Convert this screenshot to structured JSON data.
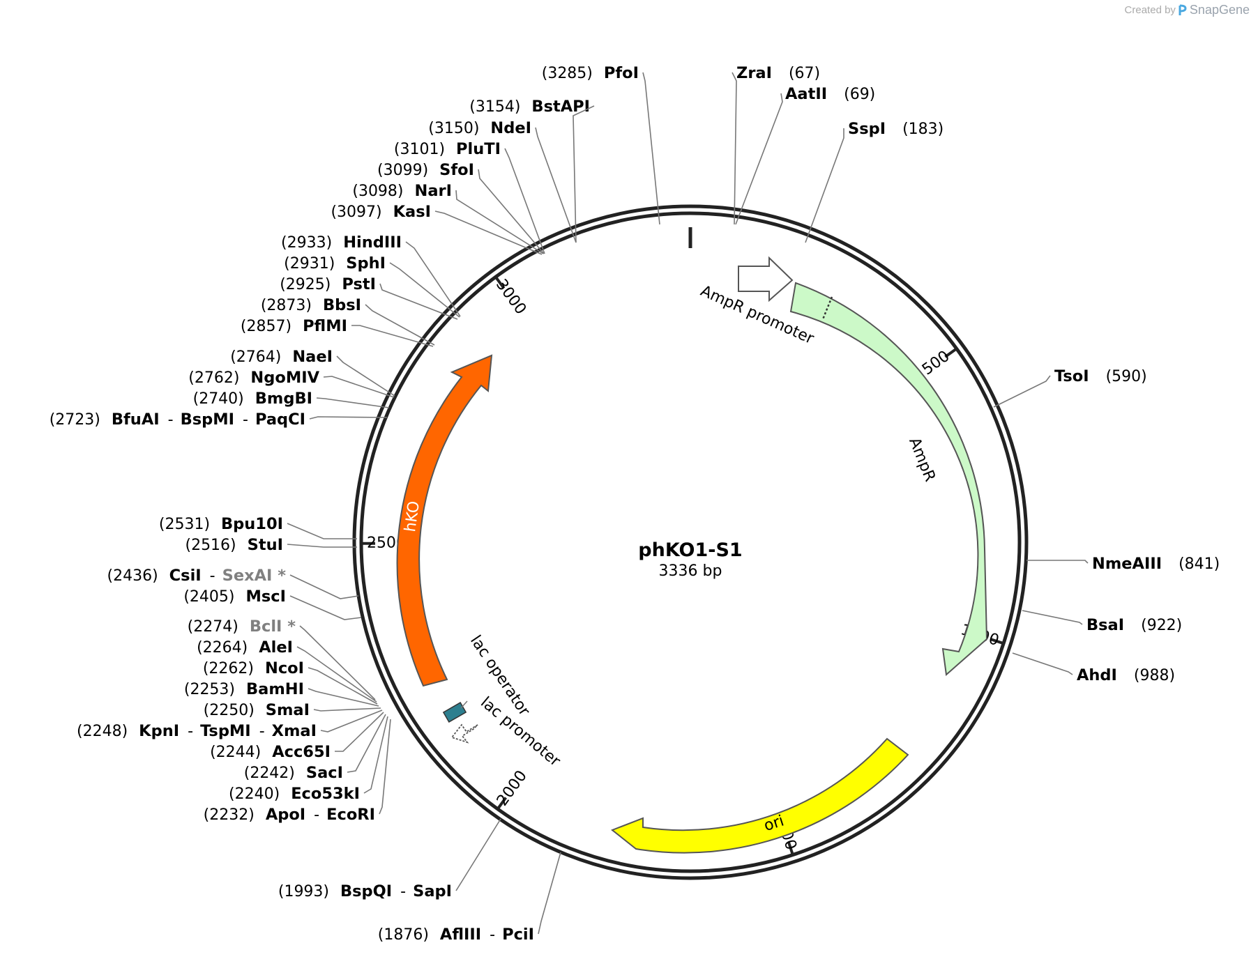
{
  "credit": {
    "prefix": "Created by",
    "brand": "SnapGene",
    "logo_icon": "snapgene-logo-icon"
  },
  "plasmid": {
    "name": "phKO1-S1",
    "length_label": "3336 bp",
    "length_bp": 3336
  },
  "ticks": [
    {
      "bp": 500,
      "label": "500"
    },
    {
      "bp": 1000,
      "label": "1000"
    },
    {
      "bp": 1500,
      "label": "1500"
    },
    {
      "bp": 2000,
      "label": "2000"
    },
    {
      "bp": 2500,
      "label": "2500"
    },
    {
      "bp": 3000,
      "label": "3000"
    }
  ],
  "features": [
    {
      "name": "AmpR promoter",
      "type": "promoter",
      "label": "AmpR promoter",
      "color": "#ffffff"
    },
    {
      "name": "AmpR",
      "type": "cds",
      "label": "AmpR",
      "color": "#ccf9c8"
    },
    {
      "name": "ori",
      "type": "rep_origin",
      "label": "ori",
      "color": "#ffff00"
    },
    {
      "name": "hKO",
      "type": "cds",
      "label": "hKO",
      "color": "#ff6600",
      "label_color": "#ffffff"
    },
    {
      "name": "lac operator",
      "type": "protein_bind",
      "label": "lac operator",
      "color": "#2d7f8f"
    },
    {
      "name": "lac promoter",
      "type": "promoter",
      "label": "lac promoter",
      "color": "#ffffff"
    }
  ],
  "sites": [
    {
      "id": "pfoi",
      "pos": "(3285)",
      "names": [
        "PfoI"
      ]
    },
    {
      "id": "zrai",
      "pos": "(67)",
      "names": [
        "ZraI"
      ]
    },
    {
      "id": "aatii",
      "pos": "(69)",
      "names": [
        "AatII"
      ]
    },
    {
      "id": "sspi",
      "pos": "(183)",
      "names": [
        "SspI"
      ]
    },
    {
      "id": "bstapi",
      "pos": "(3154)",
      "names": [
        "BstAPI"
      ]
    },
    {
      "id": "ndei",
      "pos": "(3150)",
      "names": [
        "NdeI"
      ]
    },
    {
      "id": "pluti",
      "pos": "(3101)",
      "names": [
        "PluTI"
      ]
    },
    {
      "id": "sfoi",
      "pos": "(3099)",
      "names": [
        "SfoI"
      ]
    },
    {
      "id": "nari",
      "pos": "(3098)",
      "names": [
        "NarI"
      ]
    },
    {
      "id": "kasi",
      "pos": "(3097)",
      "names": [
        "KasI"
      ]
    },
    {
      "id": "hindiii",
      "pos": "(2933)",
      "names": [
        "HindIII"
      ]
    },
    {
      "id": "sphi",
      "pos": "(2931)",
      "names": [
        "SphI"
      ]
    },
    {
      "id": "psti",
      "pos": "(2925)",
      "names": [
        "PstI"
      ]
    },
    {
      "id": "bbsi",
      "pos": "(2873)",
      "names": [
        "BbsI"
      ]
    },
    {
      "id": "pflmi",
      "pos": "(2857)",
      "names": [
        "PflMI"
      ]
    },
    {
      "id": "naei",
      "pos": "(2764)",
      "names": [
        "NaeI"
      ]
    },
    {
      "id": "ngomiv",
      "pos": "(2762)",
      "names": [
        "NgoMIV"
      ]
    },
    {
      "id": "bmgbi",
      "pos": "(2740)",
      "names": [
        "BmgBI"
      ]
    },
    {
      "id": "bfuai",
      "pos": "(2723)",
      "names": [
        "BfuAI",
        "BspMI",
        "PaqCI"
      ]
    },
    {
      "id": "tsoi",
      "pos": "(590)",
      "names": [
        "TsoI"
      ]
    },
    {
      "id": "nmeaiii",
      "pos": "(841)",
      "names": [
        "NmeAIII"
      ]
    },
    {
      "id": "bsai",
      "pos": "(922)",
      "names": [
        "BsaI"
      ]
    },
    {
      "id": "ahdi",
      "pos": "(988)",
      "names": [
        "AhdI"
      ]
    },
    {
      "id": "bpu10i",
      "pos": "(2531)",
      "names": [
        "Bpu10I"
      ]
    },
    {
      "id": "stui",
      "pos": "(2516)",
      "names": [
        "StuI"
      ]
    },
    {
      "id": "csii",
      "pos": "(2436)",
      "names": [
        "CsiI",
        "SexAI *"
      ],
      "grey": [
        false,
        true
      ]
    },
    {
      "id": "msci",
      "pos": "(2405)",
      "names": [
        "MscI"
      ]
    },
    {
      "id": "bcli",
      "pos": "(2274)",
      "names": [
        "BclI *"
      ],
      "grey": [
        true
      ]
    },
    {
      "id": "alei",
      "pos": "(2264)",
      "names": [
        "AleI"
      ]
    },
    {
      "id": "ncoi",
      "pos": "(2262)",
      "names": [
        "NcoI"
      ]
    },
    {
      "id": "bamhi",
      "pos": "(2253)",
      "names": [
        "BamHI"
      ]
    },
    {
      "id": "smai",
      "pos": "(2250)",
      "names": [
        "SmaI"
      ]
    },
    {
      "id": "kpni",
      "pos": "(2248)",
      "names": [
        "KpnI",
        "TspMI",
        "XmaI"
      ]
    },
    {
      "id": "acc65i",
      "pos": "(2244)",
      "names": [
        "Acc65I"
      ]
    },
    {
      "id": "saci",
      "pos": "(2242)",
      "names": [
        "SacI"
      ]
    },
    {
      "id": "eco53ki",
      "pos": "(2240)",
      "names": [
        "Eco53kI"
      ]
    },
    {
      "id": "apoi",
      "pos": "(2232)",
      "names": [
        "ApoI",
        "EcoRI"
      ]
    },
    {
      "id": "bspqi",
      "pos": "(1993)",
      "names": [
        "BspQI",
        "SapI"
      ]
    },
    {
      "id": "afliii",
      "pos": "(1876)",
      "names": [
        "AflIII",
        "PciI"
      ]
    }
  ]
}
